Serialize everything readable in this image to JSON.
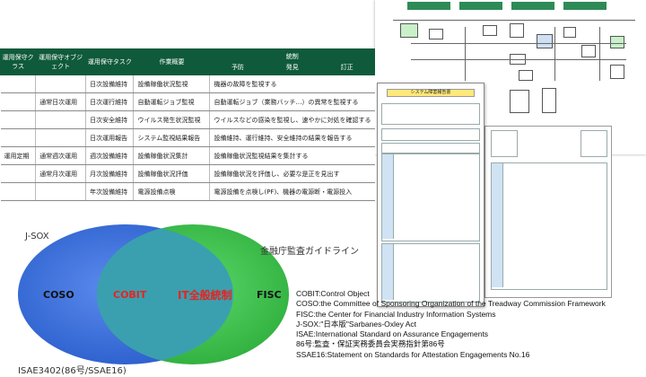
{
  "table": {
    "headers": [
      "運用保守クラス",
      "運用保守オブジェクト",
      "運用保守タスク",
      "作業概要",
      "統制"
    ],
    "control_sub": [
      "予防",
      "発見",
      "訂正"
    ],
    "class_label": "運用定期",
    "rows": [
      {
        "group": "",
        "object": "日次設備維持",
        "task": "設備稼働状況監視",
        "summary": "機器の故障を監視する"
      },
      {
        "group": "通常日次運用",
        "object": "日次運行維持",
        "task": "自動運転ジョブ監視",
        "summary": "自動運転ジョブ（業務バッチ…）の異常を監視する"
      },
      {
        "group": "",
        "object": "日次安全維持",
        "task": "ウイルス発生状況監視",
        "summary": "ウイルスなどの感染を監視し、速やかに対処を確認する"
      },
      {
        "group": "",
        "object": "日次運用報告",
        "task": "システム監視結果報告",
        "summary": "設備維持、運行維持、安全維持の結果を報告する"
      },
      {
        "group": "通常週次運用",
        "object": "週次設備維持",
        "task": "設備稼働状況集計",
        "summary": "設備稼働状況監視結果を集計する"
      },
      {
        "group": "通常月次運用",
        "object": "月次設備維持",
        "task": "設備稼働状況評価",
        "summary": "設備稼働状況を評価し、必要な是正を見出す"
      },
      {
        "group": "",
        "object": "年次設備維持",
        "task": "電源設備点検",
        "summary": "電源設備を点検し(PF)、機器の電源断・電源投入"
      }
    ]
  },
  "flow_doc": {
    "tabs": [
      "",
      "",
      "",
      ""
    ]
  },
  "form_doc": {
    "title": "システム障害報告書"
  },
  "venn": {
    "labels": {
      "jsox": "J-SOX",
      "fsa": "金融庁監査ガイドライン",
      "isae": "ISAE3402(86号/SSAE16)",
      "coso": "COSO",
      "cobit": "COBIT",
      "itgc": "IT全般統制",
      "fisc": "FISC"
    }
  },
  "legend": [
    "COBIT:Control Object",
    "COSO:the Committee of Sponsoring Organization of the Treadway Commission  Framework",
    "FISC:the Center for Financial Industry Information Systems",
    "J-SOX:\"日本版\"Sarbanes-Oxley Act",
    "ISAE:International Standard on Assurance Engagements",
    "86号:監査・保証実務委員会実務指針第86号",
    "SSAE16:Statement on Standards for Attestation Engagements No.16"
  ],
  "colors": {
    "table_header": "#0f5a3a",
    "circle_left": "#3a6fd6",
    "circle_right": "#3ac04a",
    "overlap": "#3aa0b0",
    "highlight_text": "#e8231e"
  }
}
